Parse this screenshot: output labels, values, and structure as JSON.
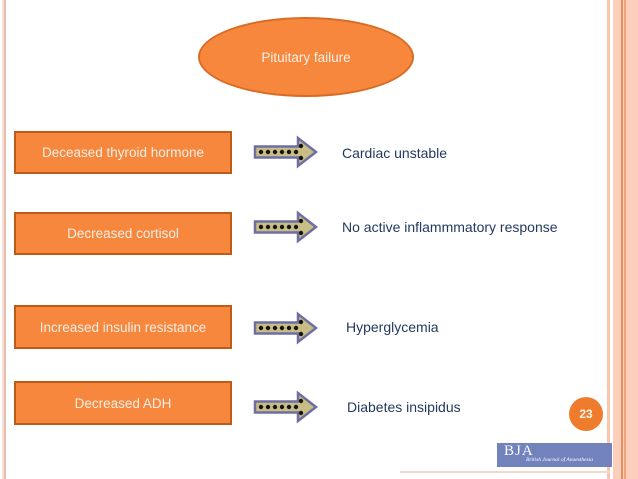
{
  "slide": {
    "title": "Pituitary failure",
    "rows": [
      {
        "cause": "Deceased thyroid hormone",
        "effect": "Cardiac unstable"
      },
      {
        "cause": "Decreased cortisol",
        "effect": "No active inflammmatory response"
      },
      {
        "cause": "Increased insulin resistance",
        "effect": "Hyperglycemia"
      },
      {
        "cause": "Decreased ADH",
        "effect": "Diabetes insipidus"
      }
    ],
    "page_number": "23",
    "logo": {
      "abbr": "BJA",
      "caption": "British Journal of Anaesthesia"
    },
    "icons": {
      "arrow": "dotted-block-arrow-icon"
    },
    "colors": {
      "box_fill": "#F6873D",
      "box_border": "#BE5B17",
      "ellipse_border": "#D96B24",
      "box_text": "#F5EFE6",
      "effect_text": "#23395F",
      "arrow_fill": "#C8BD85",
      "arrow_outline": "#6E6EA3",
      "arrow_dots": "#151515",
      "page_circle": "#EF7B2D",
      "logo_bg": "#7282BD",
      "side_band": "#FBCFBA"
    }
  }
}
